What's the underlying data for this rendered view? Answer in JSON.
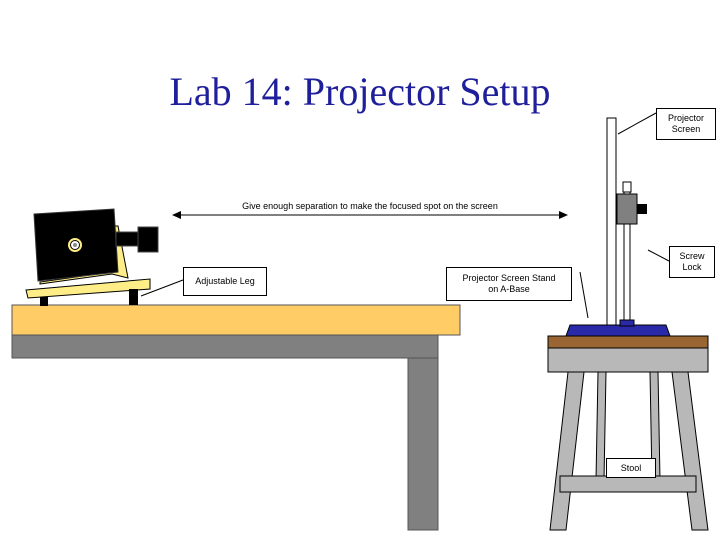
{
  "title": "Lab 14: Projector Setup",
  "labels": {
    "projector_screen": "Projector\nScreen",
    "separation": "Give enough separation to make the focused spot on the screen",
    "adjustable_leg": "Adjustable Leg",
    "screen_stand": "Projector Screen Stand\non A-Base",
    "screw_lock": "Screw\nLock",
    "stool": "Stool"
  },
  "colors": {
    "title": "#1f1f9c",
    "table_top": "#ffcc66",
    "table_gray": "#808080",
    "projector_body": "#000000",
    "projector_frame": "#ffee88",
    "stand_base": "#2a2aa8",
    "stool_wood": "#996633"
  }
}
